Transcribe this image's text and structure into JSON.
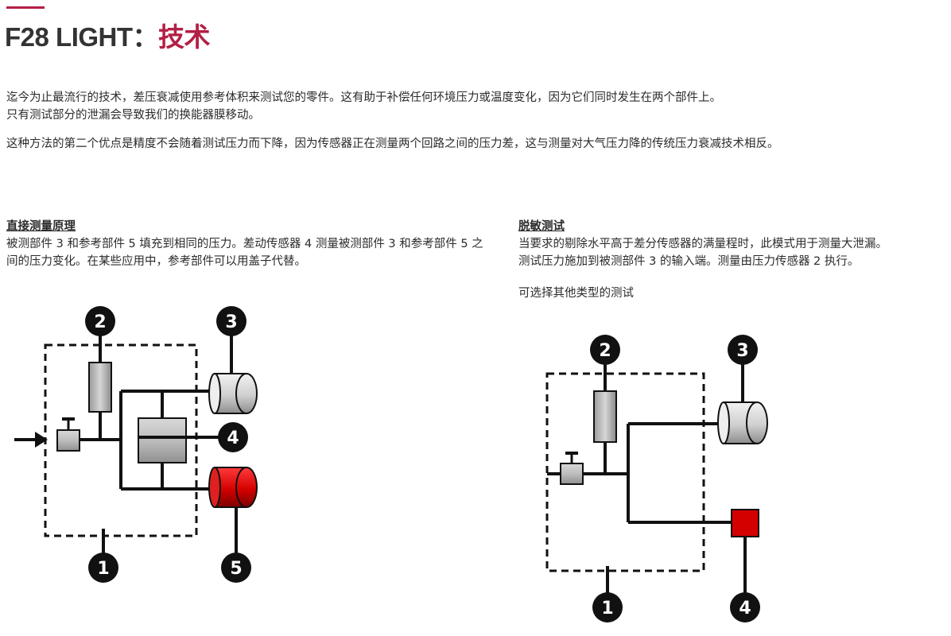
{
  "header": {
    "title_prefix": "F28 LIGHT：",
    "title_accent": "技术"
  },
  "intro": {
    "paragraph1": "迄今为止最流行的技术，差压衰减使用参考体积来测试您的零件。这有助于补偿任何环境压力或温度变化，因为它们同时发生在两个部件上。",
    "paragraph1_line2": "只有测试部分的泄漏会导致我们的换能器膜移动。",
    "paragraph2": "这种方法的第二个优点是精度不会随着测试压力而下降，因为传感器正在测量两个回路之间的压力差，这与测量对大气压力降的传统压力衰减技术相反。"
  },
  "direct": {
    "heading": "直接测量原理",
    "text": "被测部件 3 和参考部件 5 填充到相同的压力。差动传感器 4 测量被测部件 3 和参考部件 5 之间的压力变化。在某些应用中，参考部件可以用盖子代替。",
    "diagram": {
      "labels": [
        "1",
        "2",
        "3",
        "4",
        "5"
      ]
    }
  },
  "desensitized": {
    "heading": "脱敏测试",
    "line1": "当要求的剔除水平高于差分传感器的满量程时，此模式用于测量大泄漏。",
    "line2": "测试压力施加到被测部件 3 的输入端。测量由压力传感器 2 执行。",
    "note": "可选择其他类型的测试",
    "diagram": {
      "labels": [
        "1",
        "2",
        "3",
        "4"
      ]
    }
  },
  "colors": {
    "accent": "#b31f45",
    "component_red": "#cc0000",
    "component_gray": "#bdbdbd",
    "line": "#111111"
  }
}
